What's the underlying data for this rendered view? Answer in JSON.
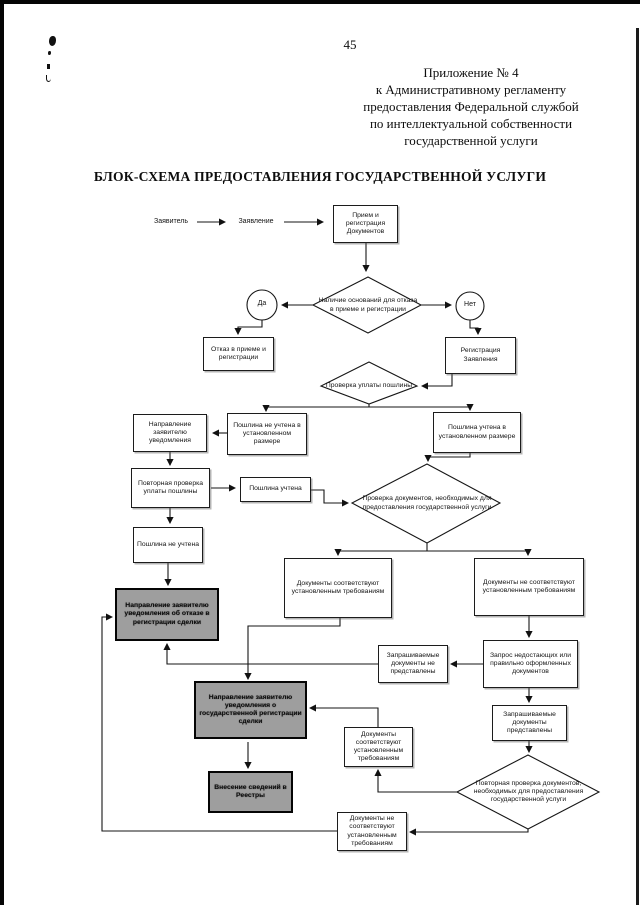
{
  "page": {
    "number": "45",
    "appendix_lines": [
      "Приложение № 4",
      "к Административному регламенту",
      "предоставления Федеральной службой",
      "по интеллектуальной собственности",
      "государственной услуги"
    ],
    "title": "БЛОК-СХЕМА ПРЕДОСТАВЛЕНИЯ ГОСУДАРСТВЕННОЙ УСЛУГИ"
  },
  "flowchart": {
    "labels": {
      "applicant": "Заявитель",
      "application": "Заявление",
      "yes": "Да",
      "no": "Нет"
    },
    "nodes": {
      "reception": "Прием и регистрация Документов",
      "refusal_grounds": "Наличие оснований для отказа в приеме и регистрации",
      "refusal": "Отказ в приеме и регистрации",
      "registration": "Регистрация Заявления",
      "fee_check": "Проверка уплаты пошлины",
      "fee_not_paid_full": "Пошлина не учтена в установленном размере",
      "fee_paid_full": "Пошлина учтена в установленном размере",
      "notify_applicant": "Направление заявителю уведомления",
      "fee_recheck": "Повторная проверка уплаты пошлины",
      "fee_paid": "Пошлина учтена",
      "fee_not_paid": "Пошлина не учтена",
      "docs_check": "Проверка документов, необходимых для предоставления государственной услуги",
      "docs_comply": "Документы соответствуют установленным требованиям",
      "docs_not_comply": "Документы не соответствуют установленным требованиям",
      "refusal_notice": "Направление заявителю уведомления об отказе в регистрации сделки",
      "docs_request": "Запрос недостающих или правильно оформленных документов",
      "requested_docs_not_provided": "Запрашиваемые документы не представлены",
      "registration_notice": "Направление заявителю уведомления о государственной регистрации сделки",
      "requested_docs_provided": "Запрашиваемые документы представлены",
      "docs_comply_2": "Документы соответствуют установленным требованиям",
      "docs_recheck": "Повторная проверка документов, необходимых для предоставления государственной услуги",
      "registry_entry": "Внесение сведений в Реестры",
      "docs_not_comply_2": "Документы не соответствуют установленным требованиям"
    },
    "colors": {
      "shaded_box": "#9e9e9e",
      "line": "#1a1a1a"
    }
  }
}
